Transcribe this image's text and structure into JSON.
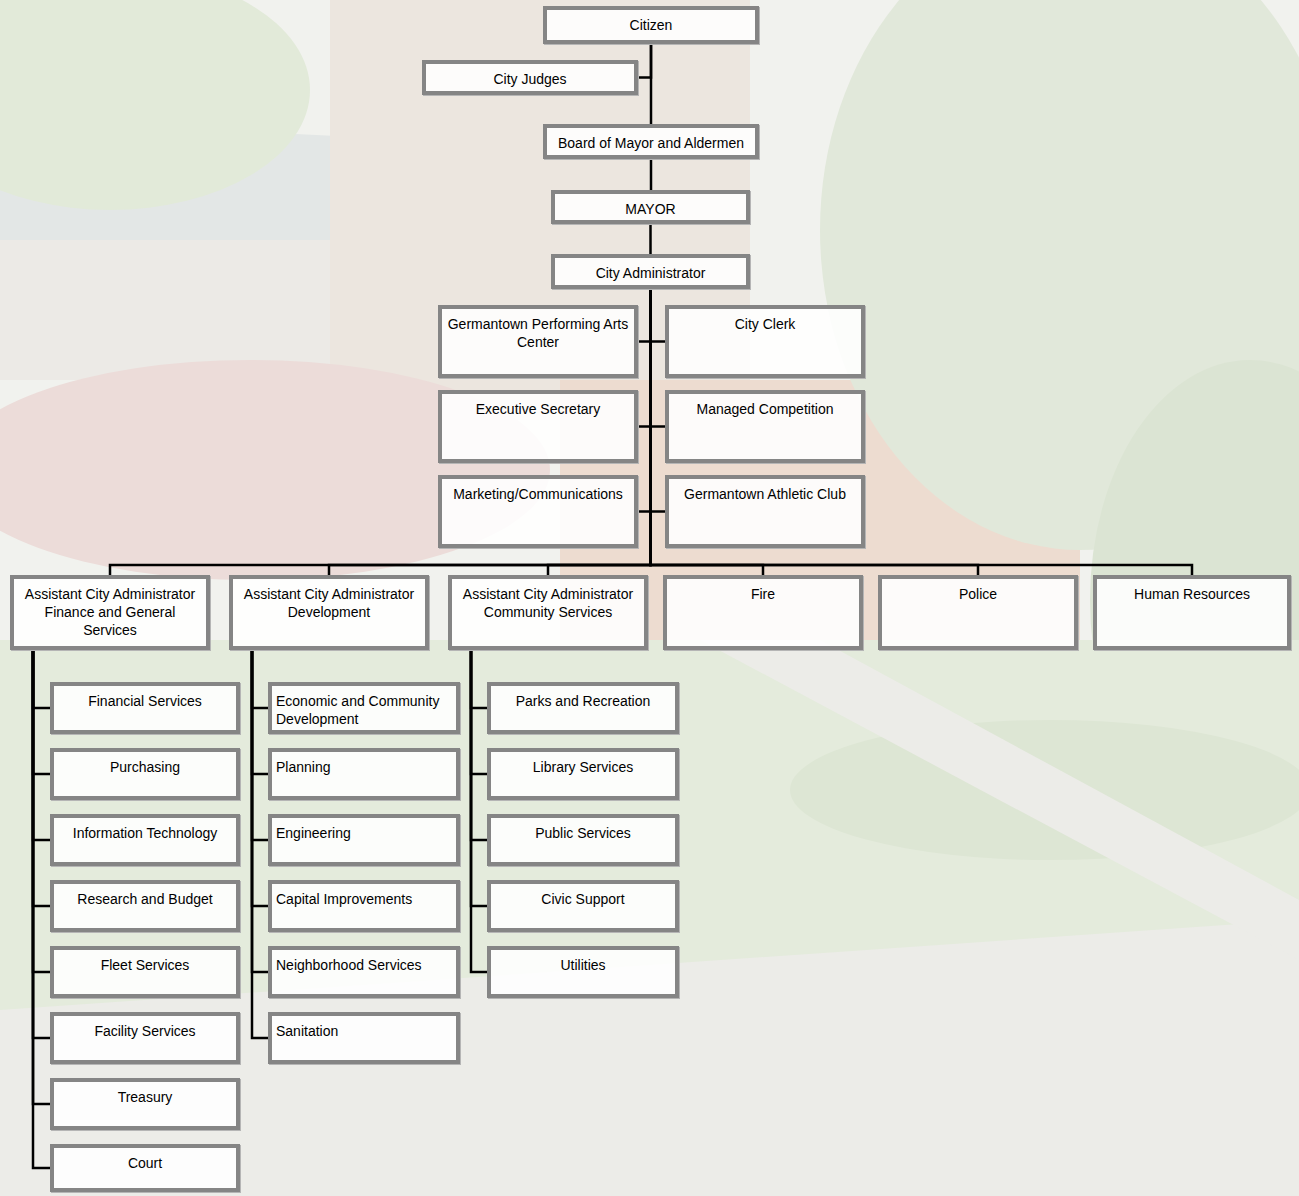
{
  "diagram": {
    "nodes": [
      {
        "text": [
          "Citizen"
        ]
      },
      {
        "text": [
          "City Judges"
        ]
      },
      {
        "text": [
          "Board of Mayor and Aldermen"
        ]
      },
      {
        "text": [
          "MAYOR"
        ]
      },
      {
        "text": [
          "City Administrator"
        ]
      },
      {
        "text": [
          "Germantown Performing Arts Center"
        ]
      },
      {
        "text": [
          "City Clerk"
        ]
      },
      {
        "text": [
          "Executive Secretary"
        ]
      },
      {
        "text": [
          "Managed Competition"
        ]
      },
      {
        "text": [
          "Marketing/Communications"
        ]
      },
      {
        "text": [
          "Germantown Athletic Club"
        ]
      },
      {
        "text": [
          "Assistant City Administrator Finance and General Services"
        ]
      },
      {
        "text": [
          "Assistant City Administrator Development"
        ]
      },
      {
        "text": [
          "Assistant City Administrator Community Services"
        ]
      },
      {
        "text": [
          "Fire"
        ]
      },
      {
        "text": [
          "Police"
        ]
      },
      {
        "text": [
          "Human Resources"
        ]
      },
      {
        "text": [
          "Financial Services"
        ]
      },
      {
        "text": [
          "Purchasing"
        ]
      },
      {
        "text": [
          "Information Technology"
        ]
      },
      {
        "text": [
          "Research and Budget"
        ]
      },
      {
        "text": [
          "Fleet Services"
        ]
      },
      {
        "text": [
          "Facility Services"
        ]
      },
      {
        "text": [
          "Treasury"
        ]
      },
      {
        "text": [
          "Court"
        ]
      },
      {
        "text": [
          "Economic and Community Development"
        ]
      },
      {
        "text": [
          "Planning"
        ]
      },
      {
        "text": [
          "Engineering"
        ]
      },
      {
        "text": [
          "Capital Improvements"
        ]
      },
      {
        "text": [
          "Neighborhood Services"
        ]
      },
      {
        "text": [
          "Sanitation"
        ]
      },
      {
        "text": [
          "Parks and Recreation"
        ]
      },
      {
        "text": [
          "Library Services"
        ]
      },
      {
        "text": [
          "Public Services"
        ]
      },
      {
        "text": [
          "Civic Support"
        ]
      },
      {
        "text": [
          "Utilities"
        ]
      }
    ],
    "edges": [
      {
        "from": 0,
        "to": 1,
        "arrow": "none"
      },
      {
        "from": 0,
        "to": 2,
        "arrow": "none"
      },
      {
        "from": 2,
        "to": 3,
        "arrow": "none"
      },
      {
        "from": 3,
        "to": 4,
        "arrow": "none"
      },
      {
        "from": 4,
        "to": 5,
        "arrow": "none"
      },
      {
        "from": 4,
        "to": 6,
        "arrow": "none"
      },
      {
        "from": 4,
        "to": 7,
        "arrow": "none"
      },
      {
        "from": 4,
        "to": 8,
        "arrow": "none"
      },
      {
        "from": 4,
        "to": 9,
        "arrow": "none"
      },
      {
        "from": 4,
        "to": 10,
        "arrow": "none"
      },
      {
        "from": 4,
        "to": 11,
        "arrow": "none"
      },
      {
        "from": 4,
        "to": 12,
        "arrow": "none"
      },
      {
        "from": 4,
        "to": 13,
        "arrow": "none"
      },
      {
        "from": 4,
        "to": 14,
        "arrow": "none"
      },
      {
        "from": 4,
        "to": 15,
        "arrow": "none"
      },
      {
        "from": 4,
        "to": 16,
        "arrow": "none"
      },
      {
        "from": 11,
        "to": 17,
        "arrow": "none"
      },
      {
        "from": 11,
        "to": 18,
        "arrow": "none"
      },
      {
        "from": 11,
        "to": 19,
        "arrow": "none"
      },
      {
        "from": 11,
        "to": 20,
        "arrow": "none"
      },
      {
        "from": 11,
        "to": 21,
        "arrow": "none"
      },
      {
        "from": 11,
        "to": 22,
        "arrow": "none"
      },
      {
        "from": 11,
        "to": 23,
        "arrow": "none"
      },
      {
        "from": 11,
        "to": 24,
        "arrow": "none"
      },
      {
        "from": 12,
        "to": 25,
        "arrow": "none"
      },
      {
        "from": 12,
        "to": 26,
        "arrow": "none"
      },
      {
        "from": 12,
        "to": 27,
        "arrow": "none"
      },
      {
        "from": 12,
        "to": 28,
        "arrow": "none"
      },
      {
        "from": 12,
        "to": 29,
        "arrow": "none"
      },
      {
        "from": 12,
        "to": 30,
        "arrow": "none"
      },
      {
        "from": 13,
        "to": 31,
        "arrow": "none"
      },
      {
        "from": 13,
        "to": 32,
        "arrow": "none"
      },
      {
        "from": 13,
        "to": 33,
        "arrow": "none"
      },
      {
        "from": 13,
        "to": 34,
        "arrow": "none"
      },
      {
        "from": 13,
        "to": 35,
        "arrow": "none"
      }
    ]
  }
}
